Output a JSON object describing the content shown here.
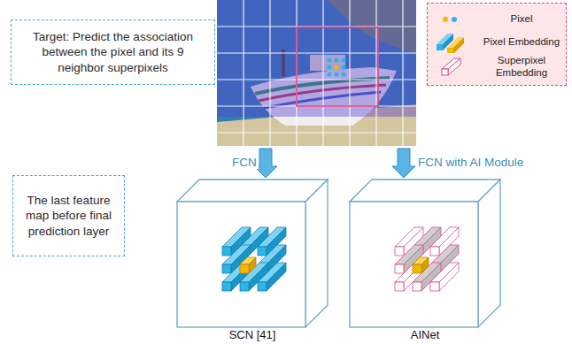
{
  "diagram": {
    "nodes": [
      {
        "text": [
          "Target: Predict the association between the pixel and its 9 neighbor superpixels"
        ]
      },
      {
        "text": [
          "The last feature map before final prediction layer"
        ]
      },
      {
        "text": [
          "SCN [41]"
        ]
      },
      {
        "text": [
          "AINet"
        ]
      }
    ],
    "labels": [
      "FCN",
      "FCN with AI Module"
    ],
    "legend": [
      {
        "text": "Pixel"
      },
      {
        "text": "Pixel Embedding"
      },
      {
        "text": "Superpixel Embedding"
      }
    ]
  }
}
